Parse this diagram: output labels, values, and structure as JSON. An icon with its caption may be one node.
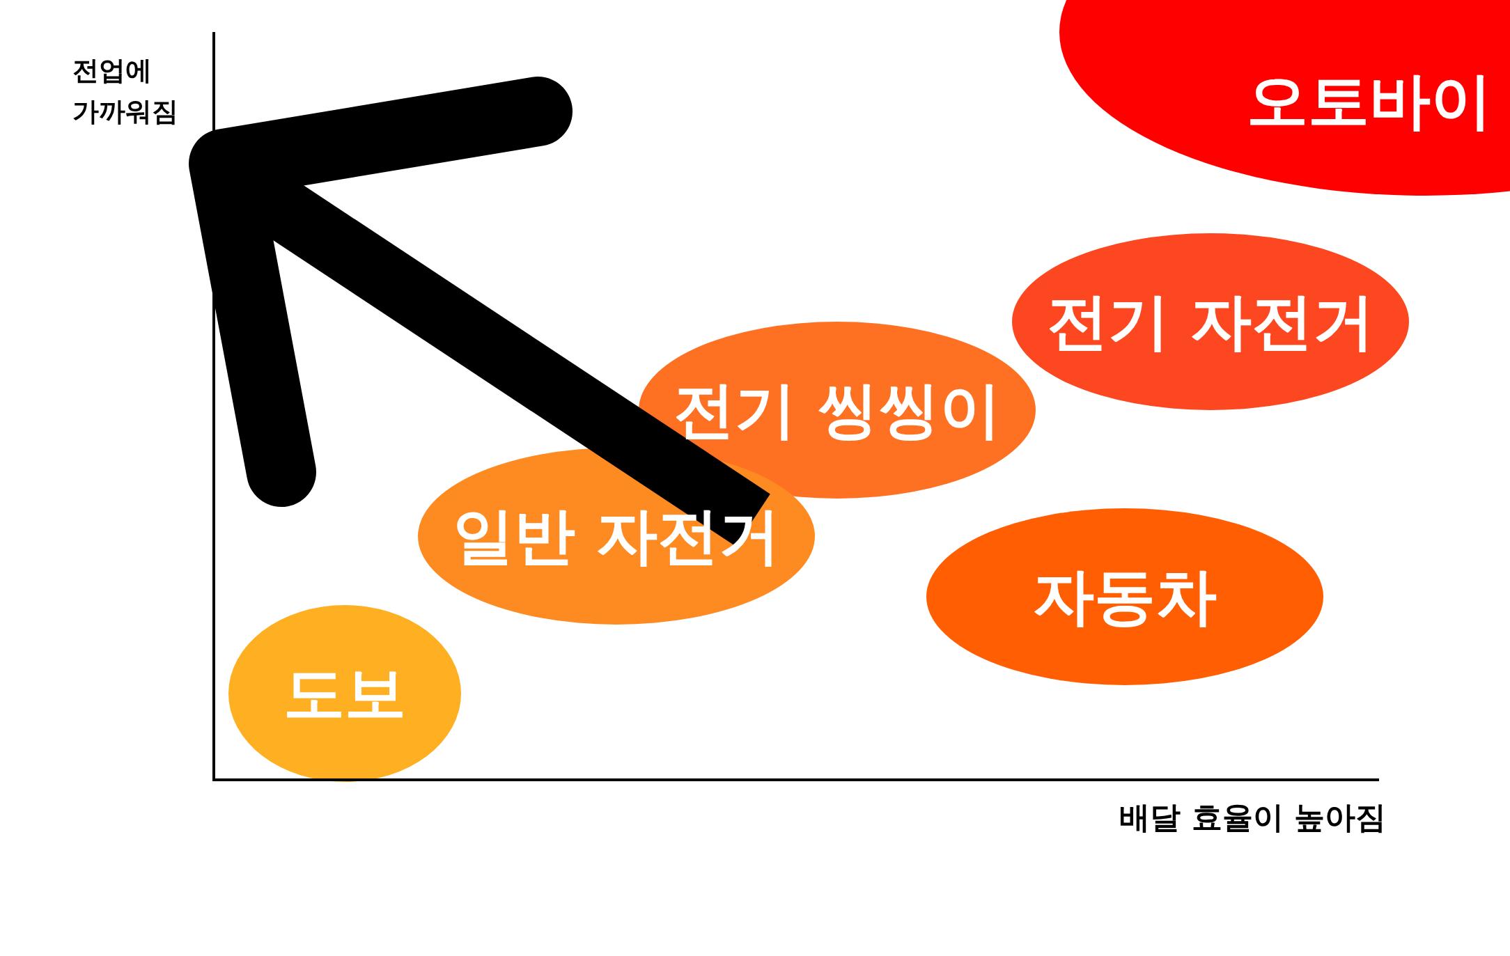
{
  "diagram": {
    "nodes": [
      {
        "text": [
          "오토바이"
        ]
      },
      {
        "text": [
          "전기 자전거"
        ]
      },
      {
        "text": [
          "전기 씽씽이"
        ]
      },
      {
        "text": [
          "일반 자전거"
        ]
      },
      {
        "text": [
          "자동차"
        ]
      },
      {
        "text": [
          "도보"
        ]
      }
    ],
    "edges": [],
    "labels": [
      "전업에 가까워짐",
      "배달 효율이 높아짐"
    ]
  }
}
